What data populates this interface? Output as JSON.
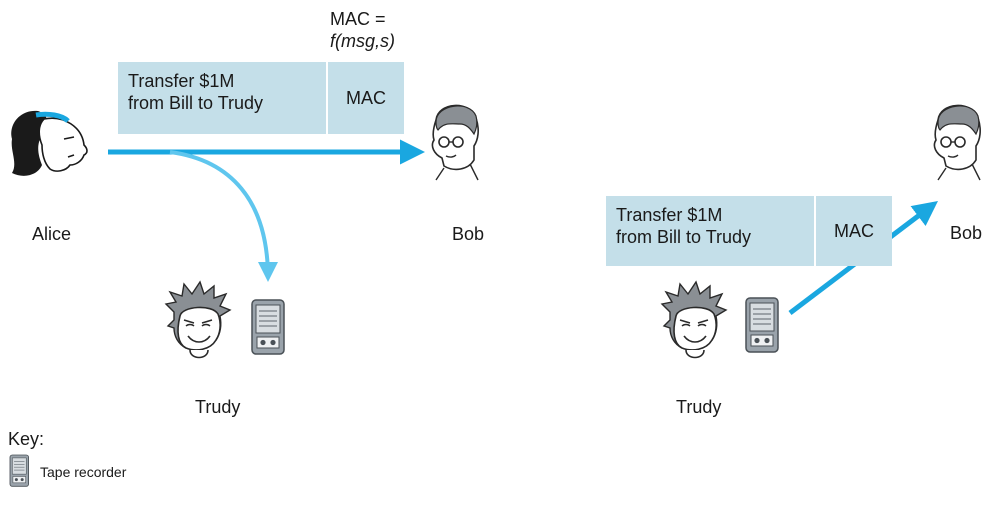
{
  "colors": {
    "message_fill": "#c4dfe9",
    "arrow_primary": "#1aa7e0",
    "arrow_tap": "#5fc6ee",
    "recorder_fill": "#9aa3ab"
  },
  "left_scene": {
    "mac_formula": {
      "label": "MAC =",
      "func": "f",
      "args": "(msg,s)"
    },
    "message": {
      "line1": "Transfer $1M",
      "line2": "from Bill to Trudy",
      "mac": "MAC"
    },
    "alice_label": "Alice",
    "bob_label": "Bob",
    "trudy_label": "Trudy"
  },
  "right_scene": {
    "message": {
      "line1": "Transfer $1M",
      "line2": "from Bill to Trudy",
      "mac": "MAC"
    },
    "bob_label": "Bob",
    "trudy_label": "Trudy"
  },
  "key": {
    "title": "Key:",
    "recorder_label": "Tape recorder",
    "recorder_icon": "tape-recorder-icon"
  }
}
